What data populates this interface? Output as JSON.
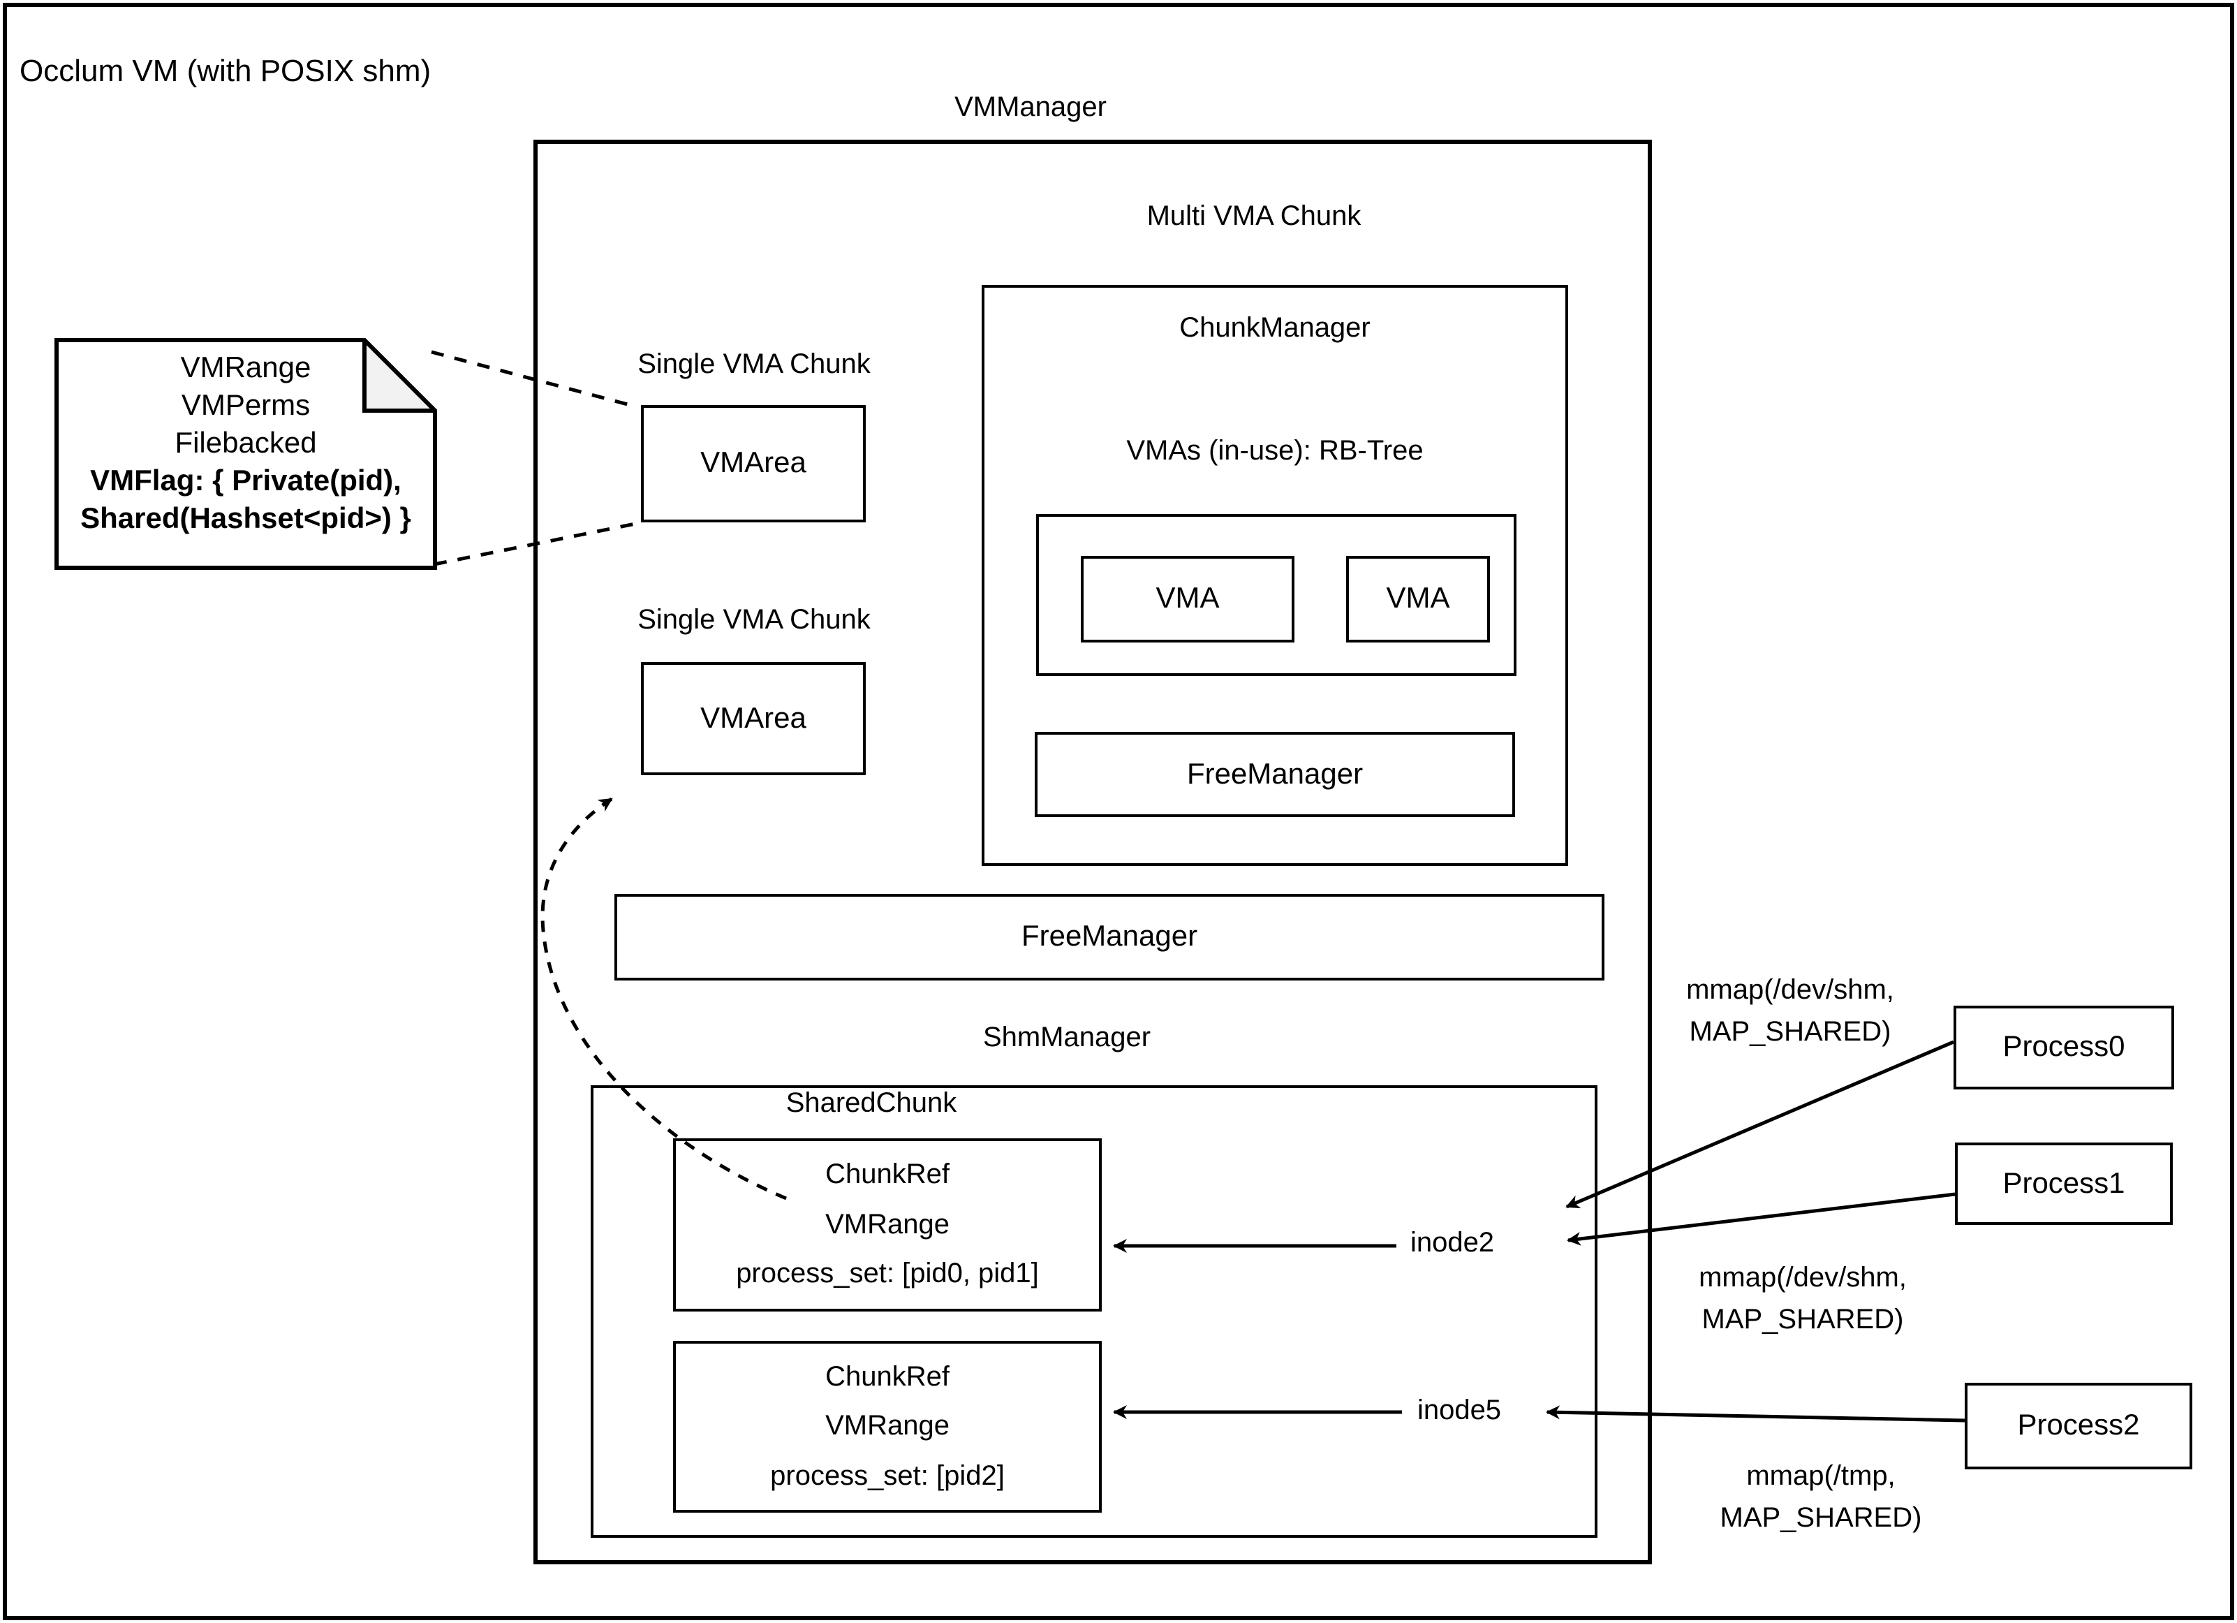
{
  "title": "Occlum VM (with POSIX shm)",
  "vm_manager": {
    "label": "VMManager",
    "multi_vma_chunk": {
      "label": "Multi VMA Chunk",
      "chunk_manager": {
        "label": "ChunkManager",
        "vmas_label": "VMAs (in-use): RB-Tree",
        "vma_boxes": [
          "VMA",
          "VMA"
        ],
        "free_manager_label": "FreeManager"
      },
      "free_manager_label": "FreeManager"
    },
    "single_vma_chunks": [
      {
        "label": "Single VMA Chunk",
        "area_label": "VMArea"
      },
      {
        "label": "Single VMA Chunk",
        "area_label": "VMArea"
      }
    ],
    "shm_manager": {
      "label": "ShmManager",
      "shared_chunk": {
        "label": "SharedChunk",
        "chunk_refs": [
          {
            "lines": [
              "ChunkRef",
              "VMRange",
              "process_set: [pid0, pid1]"
            ]
          },
          {
            "lines": [
              "ChunkRef",
              "VMRange",
              "process_set: [pid2]"
            ]
          }
        ]
      }
    }
  },
  "note": {
    "lines": [
      "VMRange",
      "VMPerms",
      "Filebacked",
      "VMFlag: { Private(pid),",
      "Shared(Hashset<pid>) }"
    ]
  },
  "inodes": [
    {
      "label": "inode2"
    },
    {
      "label": "inode5"
    }
  ],
  "processes": [
    {
      "label": "Process0"
    },
    {
      "label": "Process1"
    },
    {
      "label": "Process2"
    }
  ],
  "mmap_labels": [
    {
      "line1": "mmap(/dev/shm,",
      "line2": "MAP_SHARED)"
    },
    {
      "line1": "mmap(/dev/shm,",
      "line2": "MAP_SHARED)"
    },
    {
      "line1": "mmap(/tmp,",
      "line2": "MAP_SHARED)"
    }
  ],
  "colors": {
    "line": "#000000",
    "background": "#ffffff",
    "fold_fill": "#f2f2f2"
  }
}
